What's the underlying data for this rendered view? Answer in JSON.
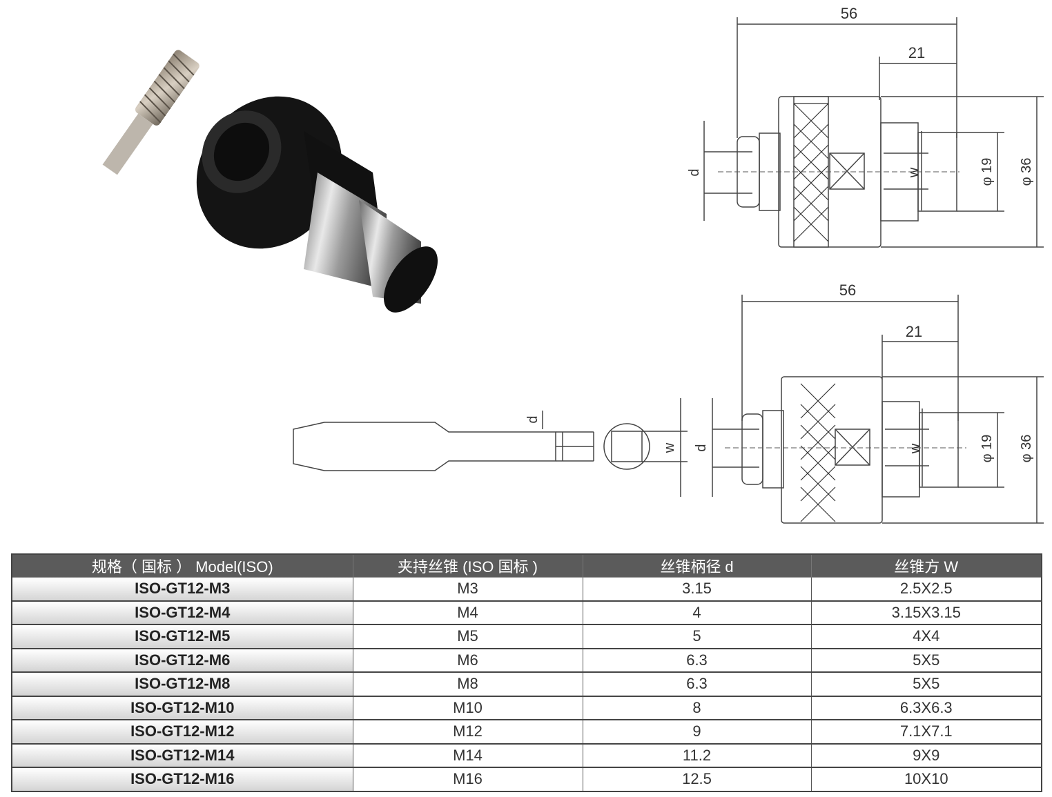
{
  "drawing_top": {
    "dim_overall": "56",
    "dim_front": "21",
    "label_d": "d",
    "label_w": "w",
    "dim_diameter_small": "φ 19",
    "dim_diameter_large": "φ 36"
  },
  "drawing_bottom": {
    "dim_overall": "56",
    "dim_front": "21",
    "label_d": "d",
    "label_w": "w",
    "dim_diameter_small": "φ 19",
    "dim_diameter_large": "φ 36",
    "tap_label_d": "d",
    "tap_label_w": "w"
  },
  "table": {
    "headers": [
      "规格（ 国标 ） Model(ISO)",
      "夹持丝锥 (ISO 国标 )",
      "丝锥柄径 d",
      "丝锥方 W"
    ],
    "rows": [
      [
        "ISO-GT12-M3",
        "M3",
        "3.15",
        "2.5X2.5"
      ],
      [
        "ISO-GT12-M4",
        "M4",
        "4",
        "3.15X3.15"
      ],
      [
        "ISO-GT12-M5",
        "M5",
        "5",
        "4X4"
      ],
      [
        "ISO-GT12-M6",
        "M6",
        "6.3",
        "5X5"
      ],
      [
        "ISO-GT12-M8",
        "M8",
        "6.3",
        "5X5"
      ],
      [
        "ISO-GT12-M10",
        "M10",
        "8",
        "6.3X6.3"
      ],
      [
        "ISO-GT12-M12",
        "M12",
        "9",
        "7.1X7.1"
      ],
      [
        "ISO-GT12-M14",
        "M14",
        "11.2",
        "9X9"
      ],
      [
        "ISO-GT12-M16",
        "M16",
        "12.5",
        "10X10"
      ]
    ]
  },
  "colors": {
    "header_bg": "#5b5b5b",
    "body_black": "#1a1a1a",
    "steel": "#b8b8b8"
  }
}
